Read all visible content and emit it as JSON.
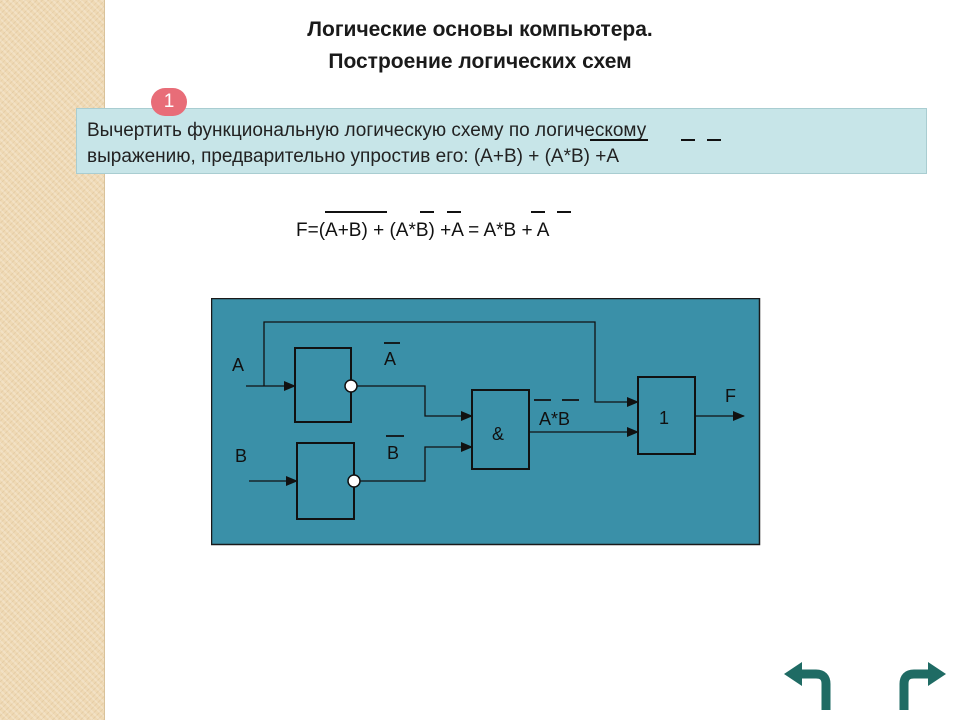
{
  "title": {
    "line1": "Логические основы компьютера.",
    "line2": "Построение логических схем"
  },
  "task": {
    "badge": "1",
    "line1": "Вычертить функциональную логическую схему по логическому",
    "line2": "выражению,  предварительно упростив его: (A+B) + (A*B) +A"
  },
  "formula": "F=(A+B) + (A*B) +A = A*B + A",
  "diagram": {
    "background": "#3a90a8",
    "inputs": [
      "A",
      "B"
    ],
    "signals": {
      "not_a": "A",
      "not_b": "B",
      "and_out": "A*B",
      "output": "F"
    },
    "gates": {
      "and": "&",
      "or": "1"
    }
  },
  "nav": {
    "back_icon": "return-back-icon",
    "forward_icon": "return-forward-icon",
    "color": "#1f6b64"
  }
}
